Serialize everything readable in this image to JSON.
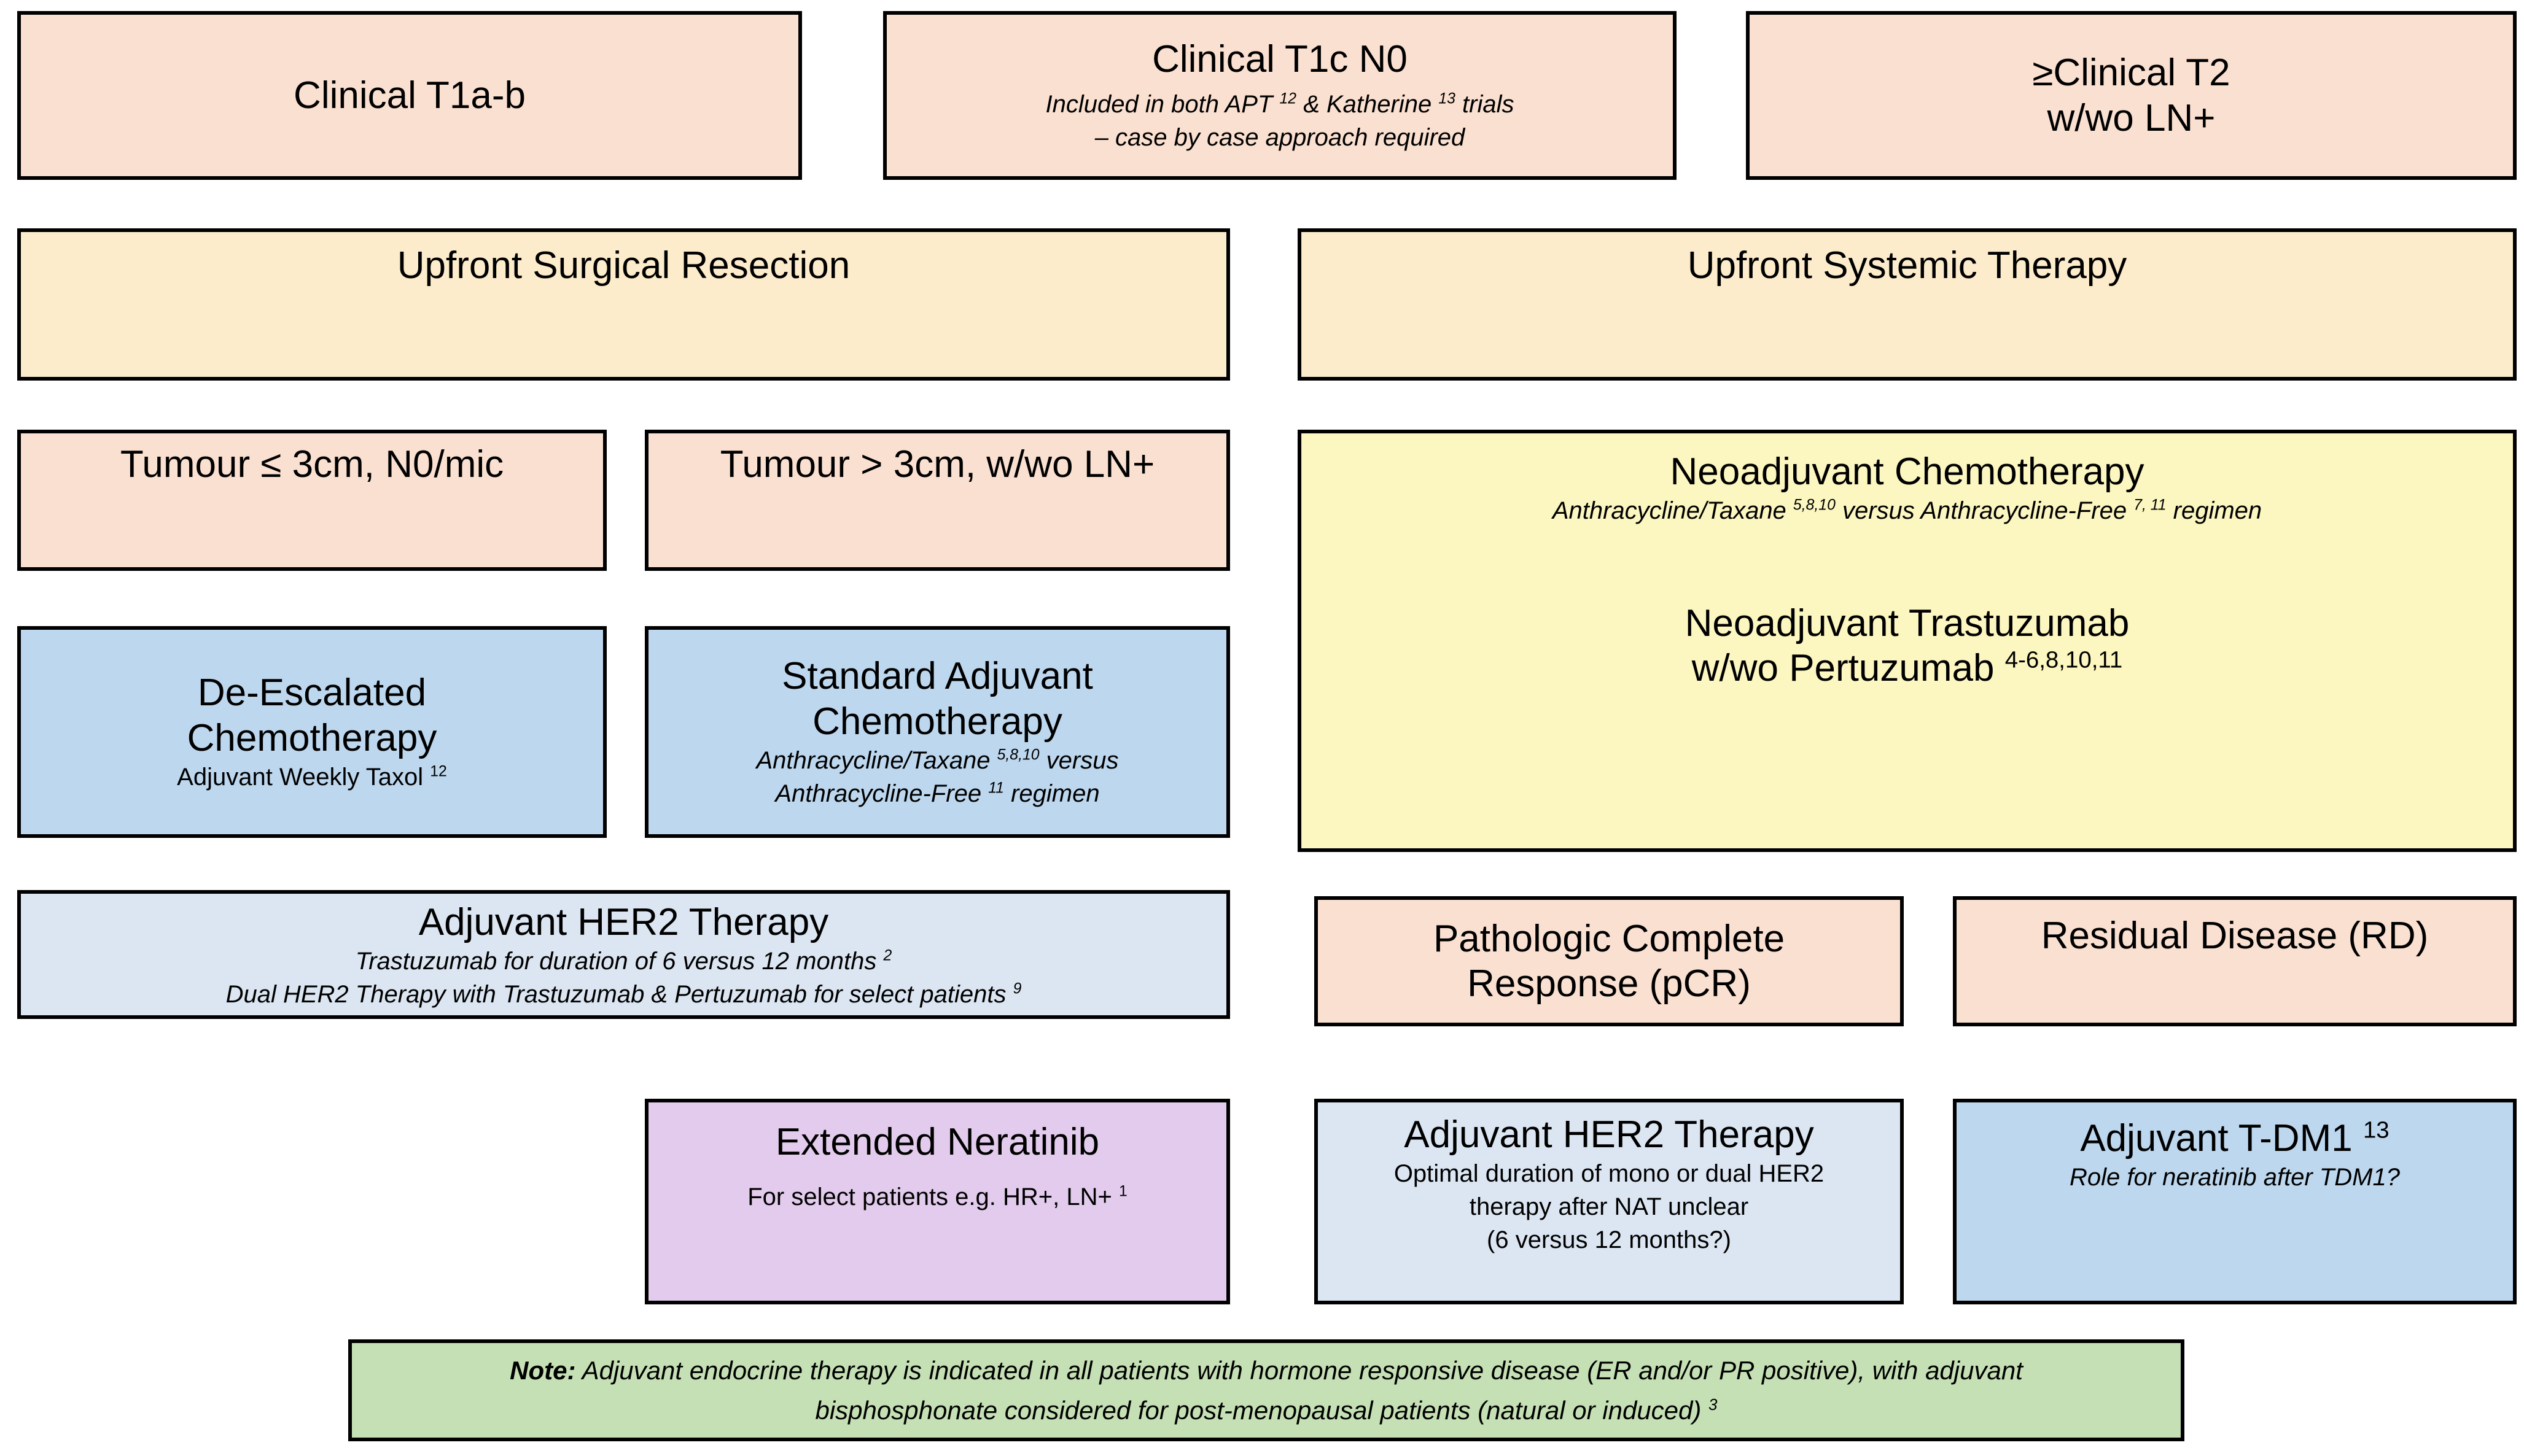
{
  "colors": {
    "peach": "#fae0d0",
    "cream": "#fceccb",
    "yellow": "#fcf6c0",
    "blue_mid": "#bdd7ee",
    "blue_light": "#dce6f2",
    "purple": "#e2cbec",
    "green": "#c5e0b4",
    "border": "#000000"
  },
  "row_stage": {
    "t1ab": {
      "title": "Clinical T1a-b"
    },
    "t1c": {
      "title": "Clinical T1c N0",
      "line1_a": "Included in both APT ",
      "line1_sup1": "12",
      "line1_b": " & Katherine ",
      "line1_sup2": "13",
      "line1_c": " trials",
      "line2": "– case by case approach required"
    },
    "t2": {
      "title_line1": "≥Clinical T2",
      "title_line2": "w/wo LN+"
    }
  },
  "row_pathway": {
    "surgical": {
      "title": "Upfront Surgical Resection"
    },
    "systemic": {
      "title": "Upfront Systemic Therapy"
    }
  },
  "row_tumour": {
    "small": {
      "title": "Tumour ≤ 3cm, N0/mic"
    },
    "large": {
      "title": "Tumour > 3cm, w/wo LN+"
    }
  },
  "neoadjuvant": {
    "chemo_title": "Neoadjuvant Chemotherapy",
    "chemo_sub_a": "Anthracycline/Taxane ",
    "chemo_sub_sup1": "5,8,10",
    "chemo_sub_b": " versus Anthracycline-Free ",
    "chemo_sub_sup2": "7, 11",
    "chemo_sub_c": " regimen",
    "trast_title_line1": "Neoadjuvant Trastuzumab",
    "trast_title_line2_a": "w/wo Pertuzumab ",
    "trast_title_sup": "4-6,8,10,11"
  },
  "row_chemo": {
    "deescalated": {
      "title_line1": "De-Escalated",
      "title_line2": "Chemotherapy",
      "sub_a": "Adjuvant Weekly Taxol ",
      "sub_sup": "12"
    },
    "standard": {
      "title_line1": "Standard Adjuvant",
      "title_line2": "Chemotherapy",
      "sub_line1_a": "Anthracycline/Taxane ",
      "sub_line1_sup": "5,8,10",
      "sub_line1_b": " versus",
      "sub_line2_a": "Anthracycline-Free ",
      "sub_line2_sup": "11",
      "sub_line2_b": " regimen"
    }
  },
  "adjuvant_her2": {
    "title": "Adjuvant HER2 Therapy",
    "line1_a": "Trastuzumab for duration of 6 versus 12 months ",
    "line1_sup": "2",
    "line2_a": "Dual HER2 Therapy with Trastuzumab & Pertuzumab for select patients ",
    "line2_sup": "9"
  },
  "response": {
    "pcr": {
      "title_line1": "Pathologic Complete",
      "title_line2": "Response (pCR)"
    },
    "rd": {
      "title": "Residual Disease (RD)"
    }
  },
  "row_post": {
    "neratinib": {
      "title": "Extended Neratinib",
      "sub_a": "For select patients e.g. HR+, LN+ ",
      "sub_sup": "1"
    },
    "her2_after_nat": {
      "title": "Adjuvant HER2 Therapy",
      "sub_line1": "Optimal duration of mono or dual HER2",
      "sub_line2": "therapy after NAT unclear",
      "sub_line3": "(6 versus 12 months?)"
    },
    "tdm1": {
      "title_a": "Adjuvant T-DM1 ",
      "title_sup": "13",
      "sub": "Role for neratinib after TDM1?"
    }
  },
  "note": {
    "label": "Note:",
    "line1": " Adjuvant endocrine therapy is indicated in all patients with hormone responsive disease (ER and/or PR positive), with adjuvant",
    "line2_a": "bisphosphonate considered for post-menopausal patients (natural or induced) ",
    "line2_sup": "3"
  }
}
